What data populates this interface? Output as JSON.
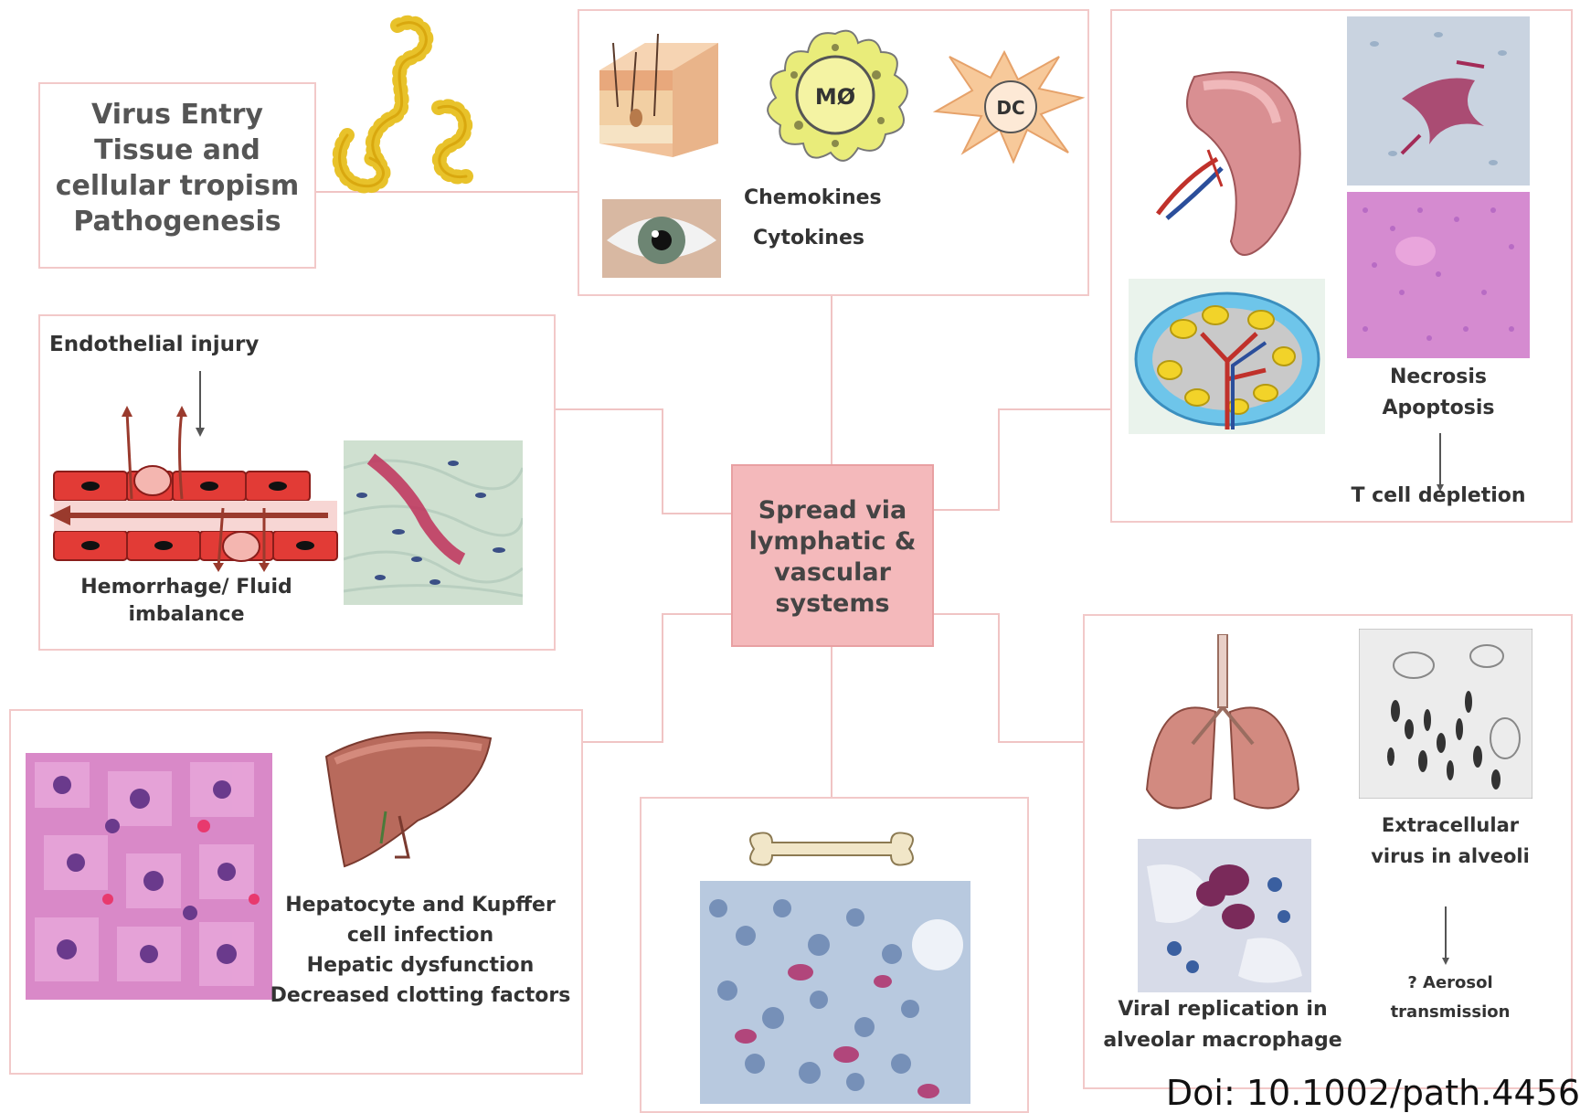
{
  "entry_box": {
    "line1": "Virus Entry",
    "line2": "Tissue and",
    "line3": "cellular tropism",
    "line4": "Pathogenesis"
  },
  "entry_panel": {
    "mo_label": "MØ",
    "dc_label": "DC",
    "chemokines": "Chemokines",
    "cytokines": "Cytokines"
  },
  "center": {
    "line1": "Spread via",
    "line2": "lymphatic &",
    "line3": "vascular",
    "line4": "systems"
  },
  "endothelial": {
    "title": "Endothelial injury",
    "caption_line1": "Hemorrhage/ Fluid",
    "caption_line2": "imbalance"
  },
  "spleen": {
    "line1": "Necrosis",
    "line2": "Apoptosis",
    "line3": "T cell depletion"
  },
  "liver": {
    "line1": "Hepatocyte and Kupffer",
    "line2": "cell infection",
    "line3": "Hepatic dysfunction",
    "line4": "Decreased clotting factors"
  },
  "lung": {
    "extra_line1": "Extracellular",
    "extra_line2": "virus in alveoli",
    "aero_line1": "? Aerosol",
    "aero_line2": "transmission",
    "viral_line1": "Viral replication in",
    "viral_line2": "alveolar macrophage"
  },
  "doi": "Doi: 10.1002/path.4456",
  "colors": {
    "border": "#f2c9c9",
    "center_fill": "#f4b9bb",
    "connector": "#f0c4c4",
    "virus": "#e8c22a",
    "vessel": "#e23b36",
    "arrow": "#9a3a2d",
    "tissue_pink": "#d98fc4"
  }
}
